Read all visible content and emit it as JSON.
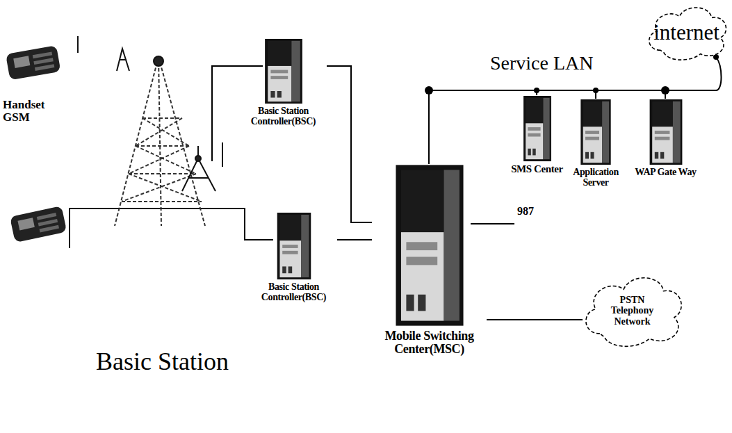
{
  "diagram": {
    "nodes": [
      {
        "text": [
          "internet"
        ]
      },
      {
        "text": [
          "Basic Station Controller(BSC)"
        ]
      },
      {
        "text": [
          "SMS Center"
        ]
      },
      {
        "text": [
          "Application Server"
        ]
      },
      {
        "text": [
          "WAP Gate Way"
        ]
      },
      {
        "text": [
          "PSTN Telephony Network"
        ]
      },
      {
        "text": [
          "Basic Station Controller(BSC)"
        ]
      },
      {
        "text": [
          "Mobile Switching Center(MSC)"
        ]
      }
    ],
    "edges": [
      {
        "from": 1,
        "to": 7,
        "arrow": "none"
      },
      {
        "from": 6,
        "to": 7,
        "arrow": "none"
      },
      {
        "from": 7,
        "to": 5,
        "arrow": "none"
      }
    ],
    "labels": [
      "Service LAN",
      "Handset GSM",
      "Basic Station",
      "987"
    ]
  }
}
